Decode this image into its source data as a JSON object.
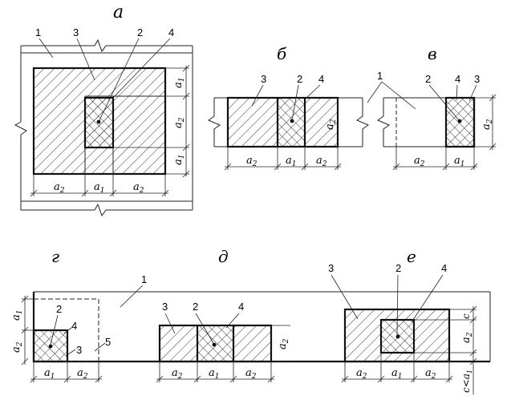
{
  "panels": {
    "a": "а",
    "b": "б",
    "v": "в",
    "g": "г",
    "d": "д",
    "e": "е"
  },
  "labels": {
    "n1": "1",
    "n2": "2",
    "n3": "3",
    "n4": "4",
    "n5": "5"
  },
  "dims": {
    "a1": "a",
    "a1_sub": "1",
    "a2": "a",
    "a2_sub": "2",
    "c": "c",
    "c_lt_a1": "c<a",
    "c_lt_a1_sub": "1"
  },
  "colors": {
    "line": "#111111",
    "background": "#ffffff"
  }
}
